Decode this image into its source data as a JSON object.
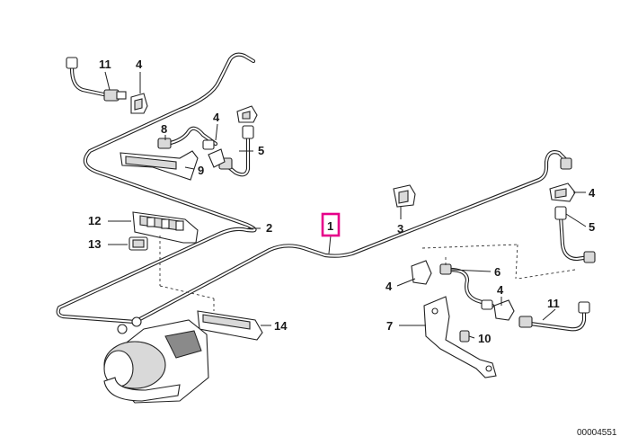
{
  "diagram": {
    "labels": {
      "p1": "1",
      "p2": "2",
      "p3": "3",
      "p4a": "4",
      "p4b": "4",
      "p4c": "4",
      "p4d": "4",
      "p4e": "4",
      "p5a": "5",
      "p5b": "5",
      "p6": "6",
      "p7": "7",
      "p8": "8",
      "p9": "9",
      "p10": "10",
      "p11a": "11",
      "p11b": "11",
      "p12": "12",
      "p13": "13",
      "p14": "14"
    },
    "highlight_color": "#e6008a",
    "drawing_number": "00004551"
  }
}
